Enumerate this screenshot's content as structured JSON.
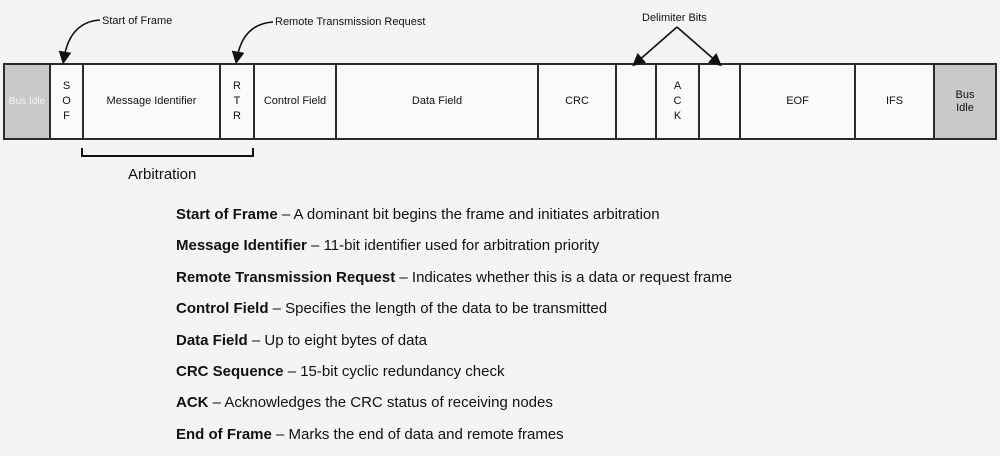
{
  "fields": [
    {
      "id": "bus-idle-start",
      "label": "Bus Idle",
      "kind": "idle"
    },
    {
      "id": "sof",
      "label": "SOF",
      "kind": "vertical"
    },
    {
      "id": "message-identifier",
      "label": "Message Identifier",
      "kind": "normal"
    },
    {
      "id": "rtr",
      "label": "RTR",
      "kind": "vertical"
    },
    {
      "id": "control-field",
      "label": "Control Field",
      "kind": "normal"
    },
    {
      "id": "data-field",
      "label": "Data Field",
      "kind": "normal"
    },
    {
      "id": "crc",
      "label": "CRC",
      "kind": "normal"
    },
    {
      "id": "delimiter-1",
      "label": "",
      "kind": "normal"
    },
    {
      "id": "ack",
      "label": "ACK",
      "kind": "vertical"
    },
    {
      "id": "delimiter-2",
      "label": "",
      "kind": "normal"
    },
    {
      "id": "eof",
      "label": "EOF",
      "kind": "normal"
    },
    {
      "id": "ifs",
      "label": "IFS",
      "kind": "normal"
    },
    {
      "id": "bus-idle-end",
      "label": "Bus Idle",
      "kind": "idle"
    }
  ],
  "annotations": {
    "start_of_frame": "Start of Frame",
    "remote_transmission_request": "Remote Transmission Request",
    "delimiter_bits": "Delimiter Bits",
    "arbitration": "Arbitration"
  },
  "definitions": [
    {
      "term": "Start of Frame",
      "text": " – A dominant bit begins the frame and initiates arbitration"
    },
    {
      "term": "Message Identifier",
      "text": " – 11-bit identifier used for arbitration priority"
    },
    {
      "term": "Remote Transmission Request",
      "text": " – Indicates whether this is a data or request frame"
    },
    {
      "term": "Control Field",
      "text": " – Specifies the length of the data to be transmitted"
    },
    {
      "term": "Data Field",
      "text": " – Up to eight bytes of data"
    },
    {
      "term": "CRC Sequence",
      "text": " – 15-bit cyclic redundancy check"
    },
    {
      "term": "ACK",
      "text": " – Acknowledges the CRC status of receiving nodes"
    },
    {
      "term": "End of Frame",
      "text": " – Marks the end of data and remote frames"
    }
  ]
}
